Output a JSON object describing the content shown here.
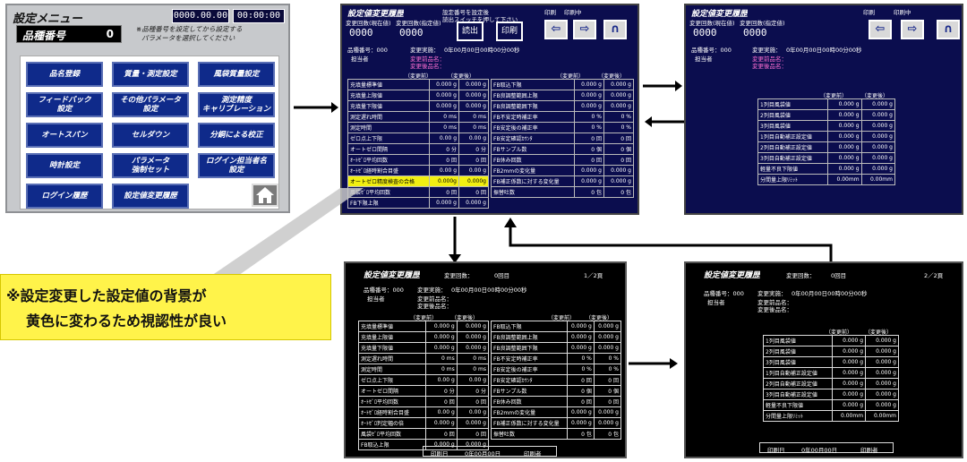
{
  "menu": {
    "title": "設定メニュー",
    "time1": "0000.00.00",
    "time2": "00:00:00",
    "hinban_label": "品種番号",
    "hinban_value": "0",
    "note1": "※品種番号を設定してから設定する",
    "note2": "パラメータを選択してください",
    "buttons": [
      {
        "label": "品名登録"
      },
      {
        "label": "質量・測定設定"
      },
      {
        "label": "風袋質量設定"
      },
      {
        "label": "フィードバック\n設定"
      },
      {
        "label": "その他パラメータ\n設定"
      },
      {
        "label": "測定精度\nキャリブレーション"
      },
      {
        "label": "オートスパン"
      },
      {
        "label": "セルダウン"
      },
      {
        "label": "分銅による校正"
      },
      {
        "label": "時計設定"
      },
      {
        "label": "パラメータ\n強制セット"
      },
      {
        "label": "ログイン担当者名\n設定"
      },
      {
        "label": "ログイン履歴"
      },
      {
        "label": "設定値変更履歴"
      }
    ]
  },
  "screen1": {
    "title": "設定値変更履歴",
    "sub1": "変更回数(現在値)",
    "sub2": "変更回数(指定値)",
    "val1": "0000",
    "val2": "0000",
    "notice1": "設定番号を設定後",
    "notice2": "読出スイッチを押して下さい",
    "corner1": "印刷",
    "corner2": "印刷中",
    "btn_read": "読出",
    "btn_print": "印刷",
    "hinban": "品種番号：000",
    "henko_date_label": "変更実施：",
    "henko_date": "0年00月00日00時00分00秒",
    "tanto": "担当者",
    "before_name": "変更前品名：",
    "after_name": "変更後品名：",
    "col_before": "（変更前）",
    "col_after": "（変更後）",
    "left_rows": [
      {
        "name": "充填量標準値",
        "b": "0.000 g",
        "a": "0.000 g"
      },
      {
        "name": "充填量上限値",
        "b": "0.000 g",
        "a": "0.000 g"
      },
      {
        "name": "充填量下限値",
        "b": "0.000 g",
        "a": "0.000 g"
      },
      {
        "name": "測定遅れ時間",
        "b": "0 ms",
        "a": "0 ms"
      },
      {
        "name": "測定時間",
        "b": "0 ms",
        "a": "0 ms"
      },
      {
        "name": "ゼロ点上下限",
        "b": "0.00 g",
        "a": "0.00 g"
      },
      {
        "name": "オートゼロ間隔",
        "b": "0 分",
        "a": "0 分"
      },
      {
        "name": "ｵｰﾄｾﾞﾛ平均回数",
        "b": "0 回",
        "a": "0 回"
      },
      {
        "name": "ｵｰﾄｾﾞﾛ経時割合目盛",
        "b": "0.00 g",
        "a": "0.00 g"
      },
      {
        "name": "オートゼロ精度検査の合格",
        "b": "0.000g",
        "a": "0.000g",
        "hl": true
      },
      {
        "name": "風袋ｾﾞﾛ平均回数",
        "b": "0 回",
        "a": "0 回"
      },
      {
        "name": "FB下限上限",
        "b": "0.000 g",
        "a": "0.000 g"
      }
    ],
    "right_rows": [
      {
        "name": "FB取込下限",
        "b": "0.000 g",
        "a": "0.000 g"
      },
      {
        "name": "FB良調整範囲上限",
        "b": "0.000 g",
        "a": "0.000 g"
      },
      {
        "name": "FB良調整範囲下限",
        "b": "0.000 g",
        "a": "0.000 g"
      },
      {
        "name": "FB不安定時補正率",
        "b": "0 %",
        "a": "0 %"
      },
      {
        "name": "FB安定後の補正率",
        "b": "0 %",
        "a": "0 %"
      },
      {
        "name": "FB安定確認ｶｳﾝﾀ",
        "b": "0 回",
        "a": "0 回"
      },
      {
        "name": "FBサンプル数",
        "b": "0 個",
        "a": "0 個"
      },
      {
        "name": "FB休み回数",
        "b": "0 回",
        "a": "0 回"
      },
      {
        "name": "FB2mmの変化量",
        "b": "0.000 g",
        "a": "0.000 g"
      },
      {
        "name": "FB補正係数に対する変化量",
        "b": "0.000 g",
        "a": "0.000 g"
      },
      {
        "name": "振替吐数",
        "b": "0 包",
        "a": "0 包"
      }
    ]
  },
  "screen2": {
    "title": "設定値変更履歴",
    "sub1": "変更回数(現在値)",
    "sub2": "変更回数(指定値)",
    "val1": "0000",
    "val2": "0000",
    "corner1": "印刷",
    "corner2": "印刷中",
    "hinban": "品種番号：000",
    "henko_date_label": "変更実施：",
    "henko_date": "0年00月00日00時00分00秒",
    "tanto": "担当者",
    "before_name": "変更前品名：",
    "after_name": "変更後品名：",
    "col_before": "（変更前）",
    "col_after": "（変更後）",
    "rows": [
      {
        "name": "1列目風袋値",
        "b": "0.000 g",
        "a": "0.000 g"
      },
      {
        "name": "2列目風袋値",
        "b": "0.000 g",
        "a": "0.000 g"
      },
      {
        "name": "3列目風袋値",
        "b": "0.000 g",
        "a": "0.000 g"
      },
      {
        "name": "1列目自動補正設定値",
        "b": "0.000 g",
        "a": "0.000 g"
      },
      {
        "name": "2列目自動補正設定値",
        "b": "0.000 g",
        "a": "0.000 g"
      },
      {
        "name": "3列目自動補正設定値",
        "b": "0.000 g",
        "a": "0.000 g"
      },
      {
        "name": "軽量不良下限値",
        "b": "0.000 g",
        "a": "0.000 g"
      },
      {
        "name": "分間量上限ﾘﾐｯﾄ",
        "b": "0.00mm",
        "a": "0.00mm"
      }
    ]
  },
  "print1": {
    "title": "設定値変更履歴",
    "count_label": "変更回数：",
    "count": "0回目",
    "page": "1／2頁",
    "hinban": "品種番号：000",
    "henko_date_label": "変更実施：",
    "henko_date": "0年00月00日00時00分00秒",
    "tanto": "担当者",
    "before_name": "変更前品名：",
    "after_name": "変更後品名：",
    "col_before": "（変更前）",
    "col_after": "（変更後）",
    "left_rows": [
      {
        "name": "充填量標準値",
        "b": "0.000 g",
        "a": "0.000 g"
      },
      {
        "name": "充填量上限値",
        "b": "0.000 g",
        "a": "0.000 g"
      },
      {
        "name": "充填量下限値",
        "b": "0.000 g",
        "a": "0.000 g"
      },
      {
        "name": "測定遅れ時間",
        "b": "0 ms",
        "a": "0 ms"
      },
      {
        "name": "測定時間",
        "b": "0 ms",
        "a": "0 ms"
      },
      {
        "name": "ゼロ点上下限",
        "b": "0.00 g",
        "a": "0.00 g"
      },
      {
        "name": "オートゼロ間隔",
        "b": "0 分",
        "a": "0 分"
      },
      {
        "name": "ｵｰﾄｾﾞﾛ平均回数",
        "b": "0 回",
        "a": "0 回"
      },
      {
        "name": "ｵｰﾄｾﾞﾛ経時割合目盛",
        "b": "0.00 g",
        "a": "0.00 g"
      },
      {
        "name": "ｵｰﾄｾﾞﾛ判定幅の倍",
        "b": "0.000 g",
        "a": "0.000 g"
      },
      {
        "name": "風袋ｾﾞﾛ平均回数",
        "b": "0 回",
        "a": "0 回"
      },
      {
        "name": "FB取込上限",
        "b": "0.000 g",
        "a": "0.000 g"
      }
    ],
    "right_rows": [
      {
        "name": "FB取込下限",
        "b": "0.000 g",
        "a": "0.000 g"
      },
      {
        "name": "FB良調整範囲上限",
        "b": "0.000 g",
        "a": "0.000 g"
      },
      {
        "name": "FB良調整範囲下限",
        "b": "0.000 g",
        "a": "0.000 g"
      },
      {
        "name": "FB不安定時補正率",
        "b": "0 %",
        "a": "0 %"
      },
      {
        "name": "FB安定後の補正率",
        "b": "0 %",
        "a": "0 %"
      },
      {
        "name": "FB安定確認ｶｳﾝﾀ",
        "b": "0 回",
        "a": "0 回"
      },
      {
        "name": "FBサンプル数",
        "b": "0 個",
        "a": "0 個"
      },
      {
        "name": "FB休み回数",
        "b": "0 回",
        "a": "0 回"
      },
      {
        "name": "FB2mmの変化量",
        "b": "0.000 g",
        "a": "0.000 g"
      },
      {
        "name": "FB補正係数に対する変化量",
        "b": "0.000 g",
        "a": "0.000 g"
      },
      {
        "name": "振替吐数",
        "b": "0 包",
        "a": "0 包"
      }
    ],
    "footer_label": "印刷日",
    "footer_date": "0年00月00日",
    "footer_person": "印刷者"
  },
  "print2": {
    "title": "設定値変更履歴",
    "count_label": "変更回数：",
    "count": "0回目",
    "page": "2／2頁",
    "hinban": "品種番号：000",
    "henko_date_label": "変更実施：",
    "henko_date": "0年00月00日00時00分00秒",
    "tanto": "担当者",
    "before_name": "変更前品名：",
    "after_name": "変更後品名：",
    "col_before": "（変更前）",
    "col_after": "（変更後）",
    "rows": [
      {
        "name": "1列目風袋値",
        "b": "0.000 g",
        "a": "0.000 g"
      },
      {
        "name": "2列目風袋値",
        "b": "0.000 g",
        "a": "0.000 g"
      },
      {
        "name": "3列目風袋値",
        "b": "0.000 g",
        "a": "0.000 g"
      },
      {
        "name": "1列目自動補正設定値",
        "b": "0.000 g",
        "a": "0.000 g"
      },
      {
        "name": "2列目自動補正設定値",
        "b": "0.000 g",
        "a": "0.000 g"
      },
      {
        "name": "3列目自動補正設定値",
        "b": "0.000 g",
        "a": "0.000 g"
      },
      {
        "name": "軽量不良下限値",
        "b": "0.000 g",
        "a": "0.000 g"
      },
      {
        "name": "分間量上限ﾘﾐｯﾄ",
        "b": "0.00mm",
        "a": "0.00mm"
      }
    ],
    "footer_label": "印刷日",
    "footer_date": "0年00月00日",
    "footer_person": "印刷者"
  },
  "callout": {
    "line1": "※設定変更した設定値の背景が",
    "line2": "黄色に変わるため視認性が良い"
  }
}
